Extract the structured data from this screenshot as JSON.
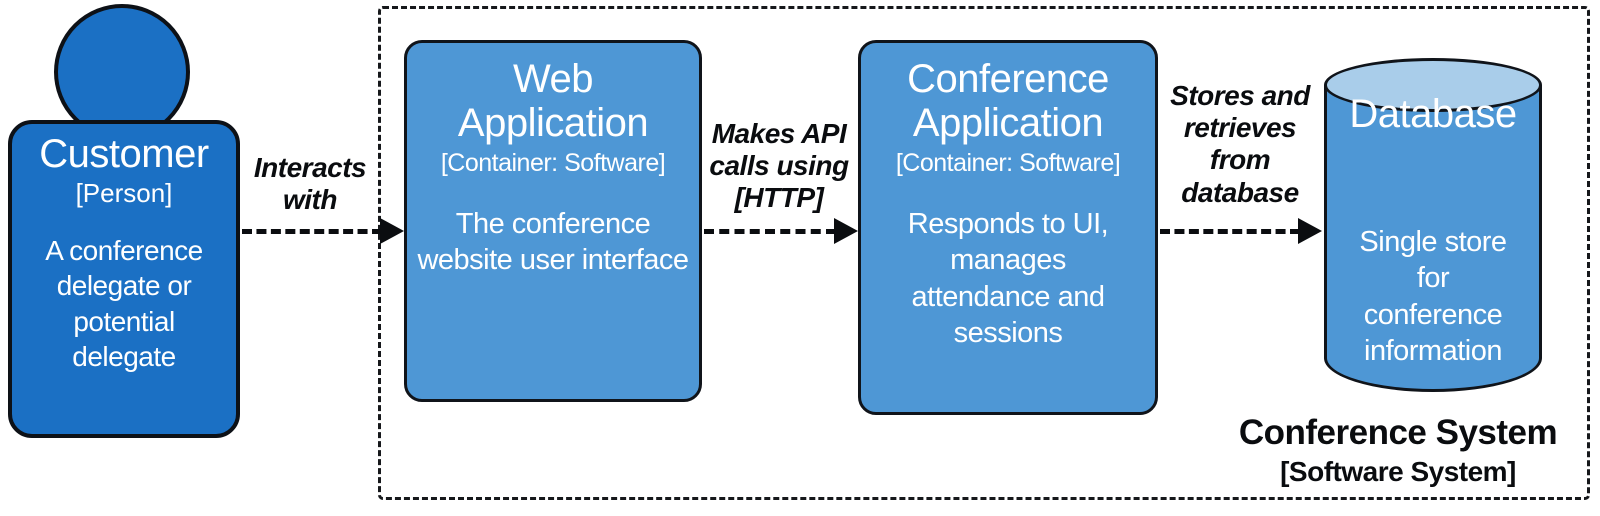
{
  "person": {
    "title": "Customer",
    "subtitle": "[Person]",
    "description": "A conference delegate or potential delegate"
  },
  "boundary": {
    "title": "Conference System",
    "subtitle": "[Software System]"
  },
  "containers": [
    {
      "title": "Web Application",
      "subtitle": "[Container: Software]",
      "description": "The conference website user interface"
    },
    {
      "title": "Conference Application",
      "subtitle": "[Container: Software]",
      "description": "Responds to UI, manages attendance and sessions"
    }
  ],
  "database": {
    "title": "Database",
    "description": "Single store for conference information"
  },
  "relationships": [
    {
      "label": "Interacts with"
    },
    {
      "label": "Makes API calls using [HTTP]"
    },
    {
      "label": "Stores and retrieves from database"
    }
  ],
  "colors": {
    "person_fill": "#1b70c4",
    "container_fill": "#4e97d5",
    "database_body_fill": "#4e97d5",
    "database_top_fill": "#a9cdea",
    "node_border": "#10141a",
    "arrow": "#0b0d10",
    "node_text": "#ffffff",
    "label_text": "#0a0c0f",
    "background": "#ffffff"
  }
}
